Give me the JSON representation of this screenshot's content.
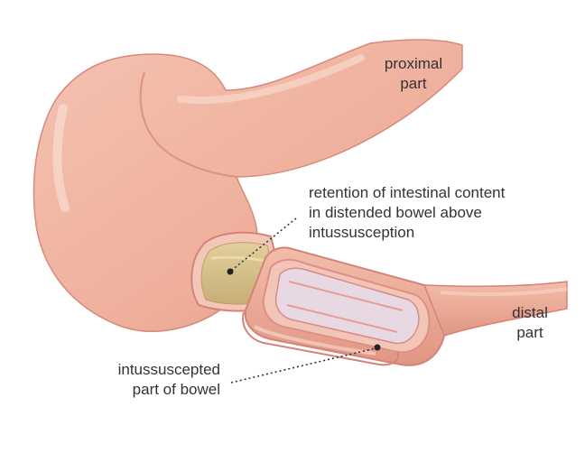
{
  "labels": {
    "proximal": [
      "proximal",
      "part"
    ],
    "retention": [
      "retention of intestinal content",
      "in distended bowel above",
      "intussusception"
    ],
    "distal": [
      "distal",
      "part"
    ],
    "intussuscepted": [
      "intussuscepted",
      "part of bowel"
    ]
  },
  "colors": {
    "bowel_fill": "#efb4a0",
    "bowel_highlight": "#f6cfc1",
    "bowel_shadow": "#d98f7e",
    "bowel_outline": "#d6827a",
    "lumen_wall": "#e89a93",
    "lumen_inner": "#e9dbe6",
    "content": "#cbb47c",
    "content_light": "#e0cc98",
    "leader": "#333333"
  }
}
